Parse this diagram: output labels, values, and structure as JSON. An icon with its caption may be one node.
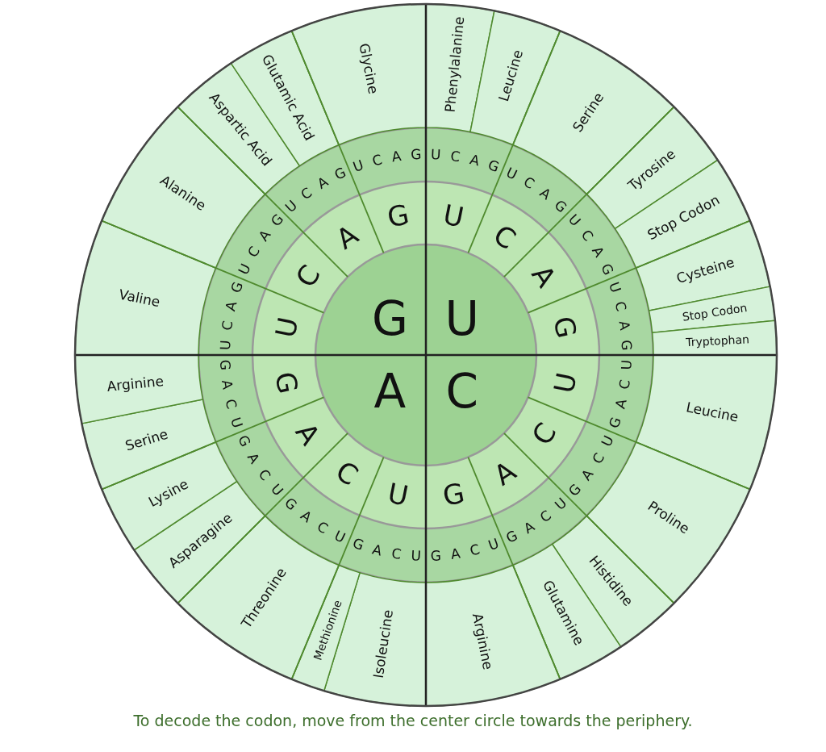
{
  "diagram": {
    "caption": "To decode the codon, move from the center circle towards the periphery.",
    "nodes": [
      {
        "text": [
          "U"
        ]
      },
      {
        "text": [
          "C"
        ]
      },
      {
        "text": [
          "A"
        ]
      },
      {
        "text": [
          "G"
        ]
      },
      {
        "text": [
          "U"
        ]
      },
      {
        "text": [
          "C"
        ]
      },
      {
        "text": [
          "A"
        ]
      },
      {
        "text": [
          "G"
        ]
      },
      {
        "text": [
          "U"
        ]
      },
      {
        "text": [
          "C"
        ]
      },
      {
        "text": [
          "A"
        ]
      },
      {
        "text": [
          "G"
        ]
      },
      {
        "text": [
          "U"
        ]
      },
      {
        "text": [
          "C"
        ]
      },
      {
        "text": [
          "A"
        ]
      },
      {
        "text": [
          "G"
        ]
      },
      {
        "text": [
          "U"
        ]
      },
      {
        "text": [
          "C"
        ]
      },
      {
        "text": [
          "A"
        ]
      },
      {
        "text": [
          "G"
        ]
      },
      {
        "text": [
          "Phenylalanine"
        ]
      },
      {
        "text": [
          "Leucine"
        ]
      },
      {
        "text": [
          "Serine"
        ]
      },
      {
        "text": [
          "Tyrosine"
        ]
      },
      {
        "text": [
          "Stop Codon"
        ]
      },
      {
        "text": [
          "Cysteine"
        ]
      },
      {
        "text": [
          "Stop Codon"
        ]
      },
      {
        "text": [
          "Tryptophan"
        ]
      },
      {
        "text": [
          "Leucine"
        ]
      },
      {
        "text": [
          "Proline"
        ]
      },
      {
        "text": [
          "Histidine"
        ]
      },
      {
        "text": [
          "Glutamine"
        ]
      },
      {
        "text": [
          "Arginine"
        ]
      },
      {
        "text": [
          "Isoleucine"
        ]
      },
      {
        "text": [
          "Methionine"
        ]
      },
      {
        "text": [
          "Threonine"
        ]
      },
      {
        "text": [
          "Asparagine"
        ]
      },
      {
        "text": [
          "Lysine"
        ]
      },
      {
        "text": [
          "Serine"
        ]
      },
      {
        "text": [
          "Arginine"
        ]
      },
      {
        "text": [
          "Valine"
        ]
      },
      {
        "text": [
          "Alanine"
        ]
      },
      {
        "text": [
          "Aspartic Acid"
        ]
      },
      {
        "text": [
          "Glutamic Acid"
        ]
      },
      {
        "text": [
          "Glycine"
        ]
      }
    ],
    "labels": [
      "U",
      "C",
      "A",
      "G",
      "U",
      "C",
      "A",
      "G",
      "U",
      "C",
      "A",
      "G",
      "U",
      "C",
      "A",
      "G",
      "U",
      "C",
      "A",
      "G",
      "U",
      "C",
      "A",
      "G",
      "U",
      "C",
      "A",
      "G",
      "U",
      "C",
      "A",
      "G",
      "U",
      "C",
      "A",
      "G",
      "U",
      "C",
      "A",
      "G",
      "U",
      "C",
      "A",
      "G",
      "U",
      "C",
      "A",
      "G",
      "U",
      "C",
      "A",
      "G",
      "U",
      "C",
      "A",
      "G",
      "U",
      "C",
      "A",
      "G",
      "U",
      "C",
      "A",
      "G"
    ]
  }
}
